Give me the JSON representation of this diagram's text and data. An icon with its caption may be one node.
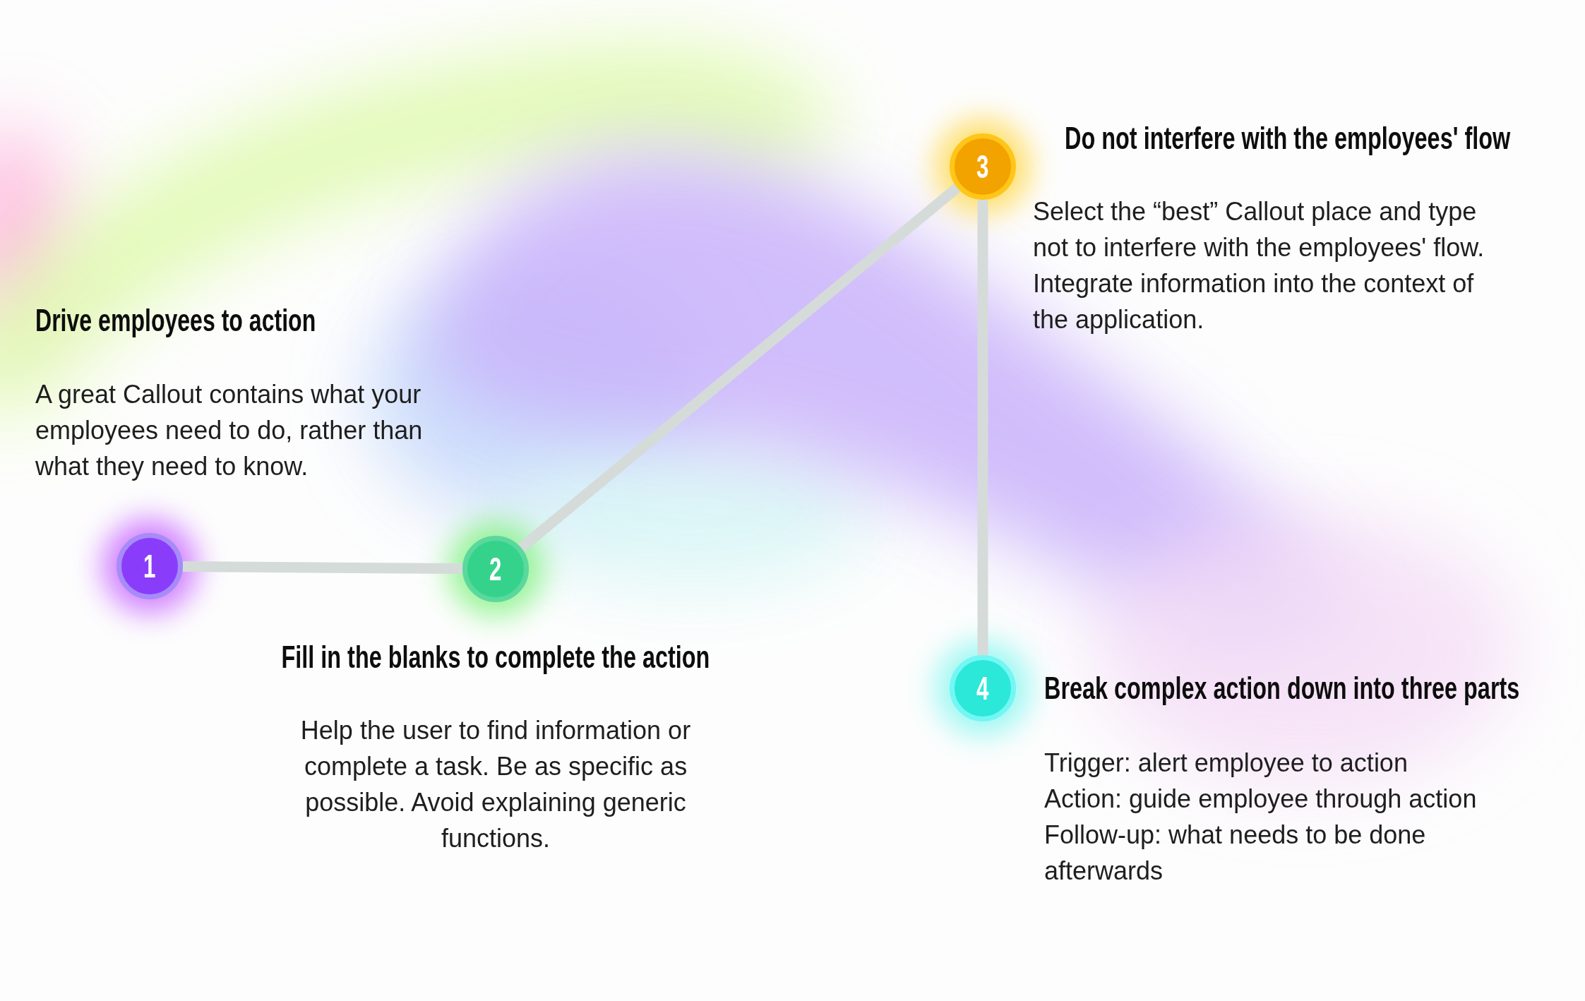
{
  "diagram": {
    "nodes": [
      {
        "text": [
          "1"
        ],
        "beside": [
          "Drive employees to action",
          "A great Callout contains what your employees need to do, rather than what they need to know."
        ]
      },
      {
        "text": [
          "2"
        ],
        "beside": [
          "Fill in the blanks to complete the action",
          "Help the user to find information or complete a task. Be as specific as possible. Avoid explaining generic functions."
        ]
      },
      {
        "text": [
          "3"
        ],
        "beside": [
          "Do not interfere with the employees' flow",
          "Select the “best” Callout place and type not to interfere with the employees' flow. Integrate information into the context of the application."
        ]
      },
      {
        "text": [
          "4"
        ],
        "beside": [
          "Break complex action down into three parts",
          "Trigger: alert employee to action",
          "Action: guide employee through action",
          "Follow-up: what needs to be done afterwards"
        ]
      }
    ],
    "edges": [
      {
        "from": 0,
        "to": 1,
        "arrow": "none"
      },
      {
        "from": 1,
        "to": 2,
        "arrow": "none"
      },
      {
        "from": 2,
        "to": 3,
        "arrow": "none"
      }
    ]
  }
}
